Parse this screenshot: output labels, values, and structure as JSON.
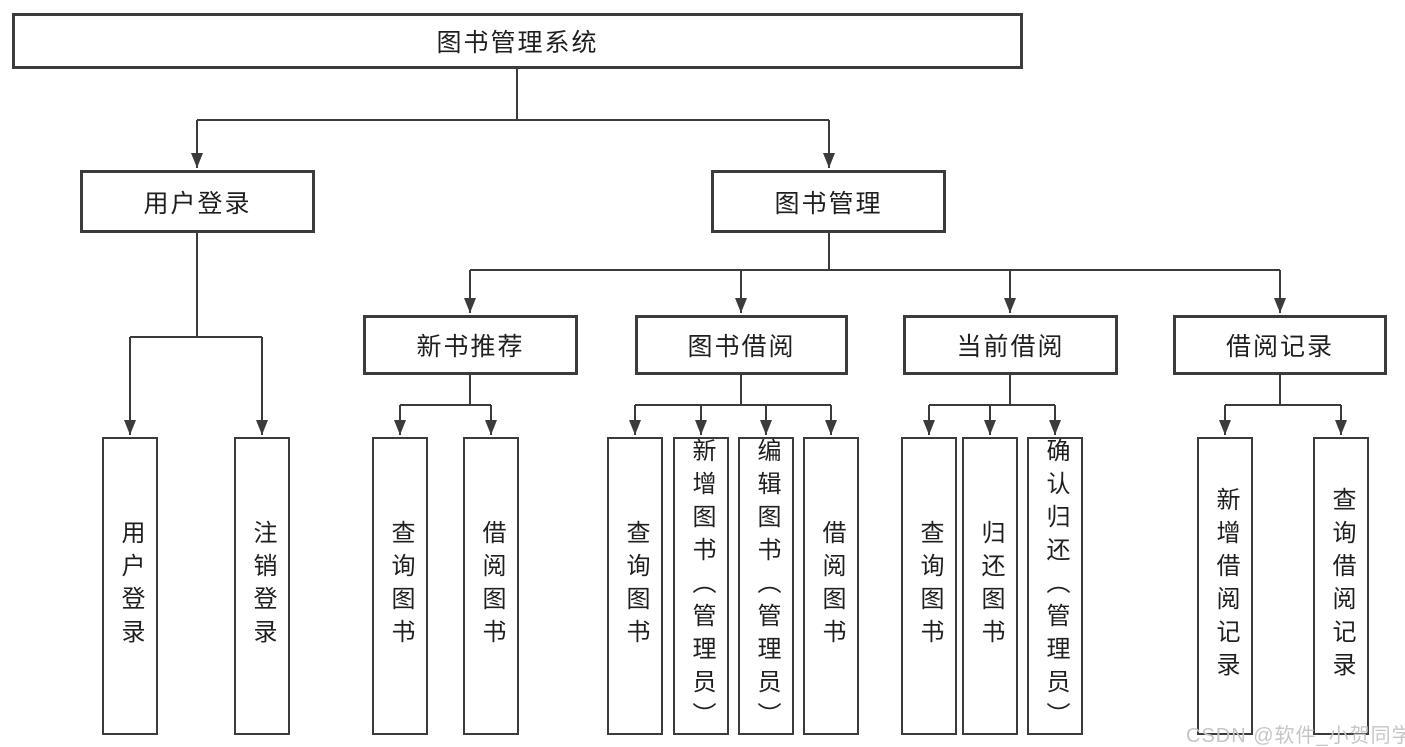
{
  "diagram_type": "tree",
  "colors": {
    "background": "#ffffff",
    "line": "#3b3b3b",
    "box_border": "#3b3b3b",
    "text": "#1f1f1f",
    "watermark": "#c6c6c6"
  },
  "tree": {
    "root": {
      "label": "图书管理系统",
      "children": [
        {
          "label": "用户登录",
          "children": [
            {
              "label": "用户登录"
            },
            {
              "label": "注销登录"
            }
          ]
        },
        {
          "label": "图书管理",
          "children": [
            {
              "label": "新书推荐",
              "children": [
                {
                  "label": "查询图书"
                },
                {
                  "label": "借阅图书"
                }
              ]
            },
            {
              "label": "图书借阅",
              "children": [
                {
                  "label": "查询图书"
                },
                {
                  "label": "新增图书（管理员）"
                },
                {
                  "label": "编辑图书（管理员）"
                },
                {
                  "label": "借阅图书"
                }
              ]
            },
            {
              "label": "当前借阅",
              "children": [
                {
                  "label": "查询图书"
                },
                {
                  "label": "归还图书"
                },
                {
                  "label": "确认归还（管理员）"
                }
              ]
            },
            {
              "label": "借阅记录",
              "children": [
                {
                  "label": "新增借阅记录"
                },
                {
                  "label": "查询借阅记录"
                }
              ]
            }
          ]
        }
      ]
    }
  },
  "watermark": {
    "text": "CSDN @软件_小贺同学"
  }
}
